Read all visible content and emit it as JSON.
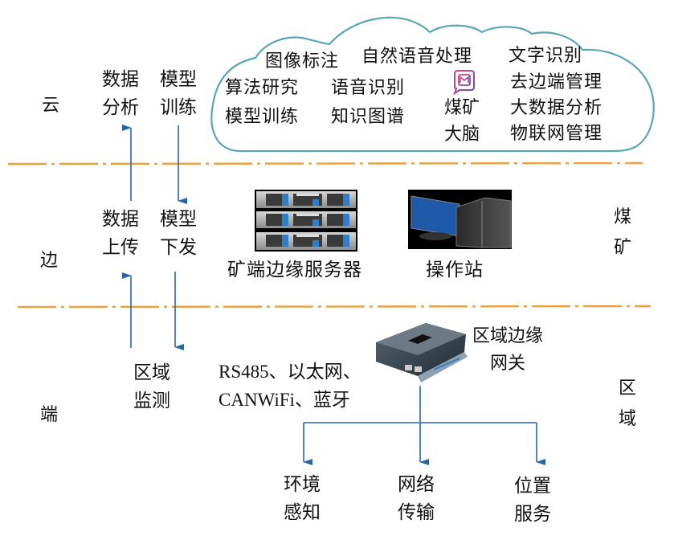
{
  "colors": {
    "divider": "#e8a040",
    "arrow": "#2a64a8",
    "cloud_outline": "#5aa6b4",
    "text": "#111111"
  },
  "layers": {
    "cloud": "云",
    "edge": "边",
    "end": "端"
  },
  "right_labels": {
    "coal_mine": "煤矿",
    "region": "区域"
  },
  "cloud": {
    "row1": [
      "图像标注",
      "自然语音处理",
      "文字识别"
    ],
    "left_col1": [
      "算法研究",
      "模型训练"
    ],
    "left_col2": [
      "语音识别",
      "知识图谱"
    ],
    "brain_icon": "coal-mine-brain-logo",
    "brain_label": "煤矿\n大脑",
    "right_col": [
      "去边端管理",
      "大数据分析",
      "物联网管理"
    ]
  },
  "flows": {
    "cloud_up": "数据\n分析",
    "cloud_down": "模型\n训练",
    "edge_up": "数据\n上传",
    "edge_down": "模型\n下发",
    "end_monitor": "区域\n监测"
  },
  "edge_devices": [
    {
      "name": "矿端边缘服务器",
      "icon": "server-rack"
    },
    {
      "name": "操作站",
      "icon": "workstation"
    }
  ],
  "gateway": {
    "name": "区域边缘\n网关",
    "protocols": "RS485、以太网、\nCANWiFi、蓝牙",
    "icon": "edge-gateway-device"
  },
  "services": [
    "环境\n感知",
    "网络\n传输",
    "位置\n服务"
  ]
}
